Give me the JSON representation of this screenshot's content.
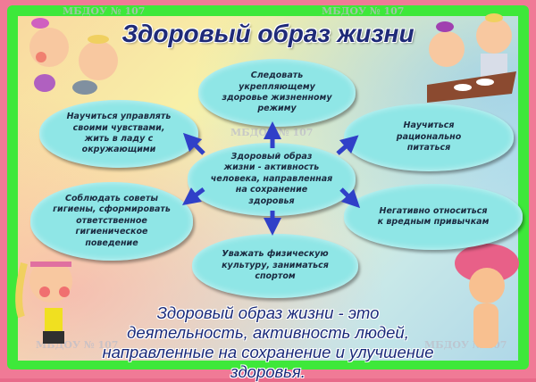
{
  "watermark": "МБДОУ № 107",
  "title": "Здоровый образ жизни",
  "center": "Здоровый образ\nжизни - активность\nчеловека, направленная\nна сохранение\nздоровья",
  "items": [
    "Следовать укрепляющему\nздоровье жизненному\nрежиму",
    "Научиться управлять\nсвоими чувствами,\nжить в ладу с\nокружающими",
    "Научиться\nрационально\nпитаться",
    "Соблюдать советы\nгигиены, сформировать\nответственное\nгигиеническое\nповедение",
    "Негативно относиться\nк вредным привычкам",
    "Уважать физическую\nкультуру, заниматься\nспортом"
  ],
  "definition": "Здоровый образ жизни - это деятельность, активность людей, направленные на сохранение и улучшение здоровья.",
  "colors": {
    "frame": "#3ee83a",
    "cloud": "#8fe6e6",
    "arrow": "#3040c8",
    "title": "#1f2a78"
  }
}
